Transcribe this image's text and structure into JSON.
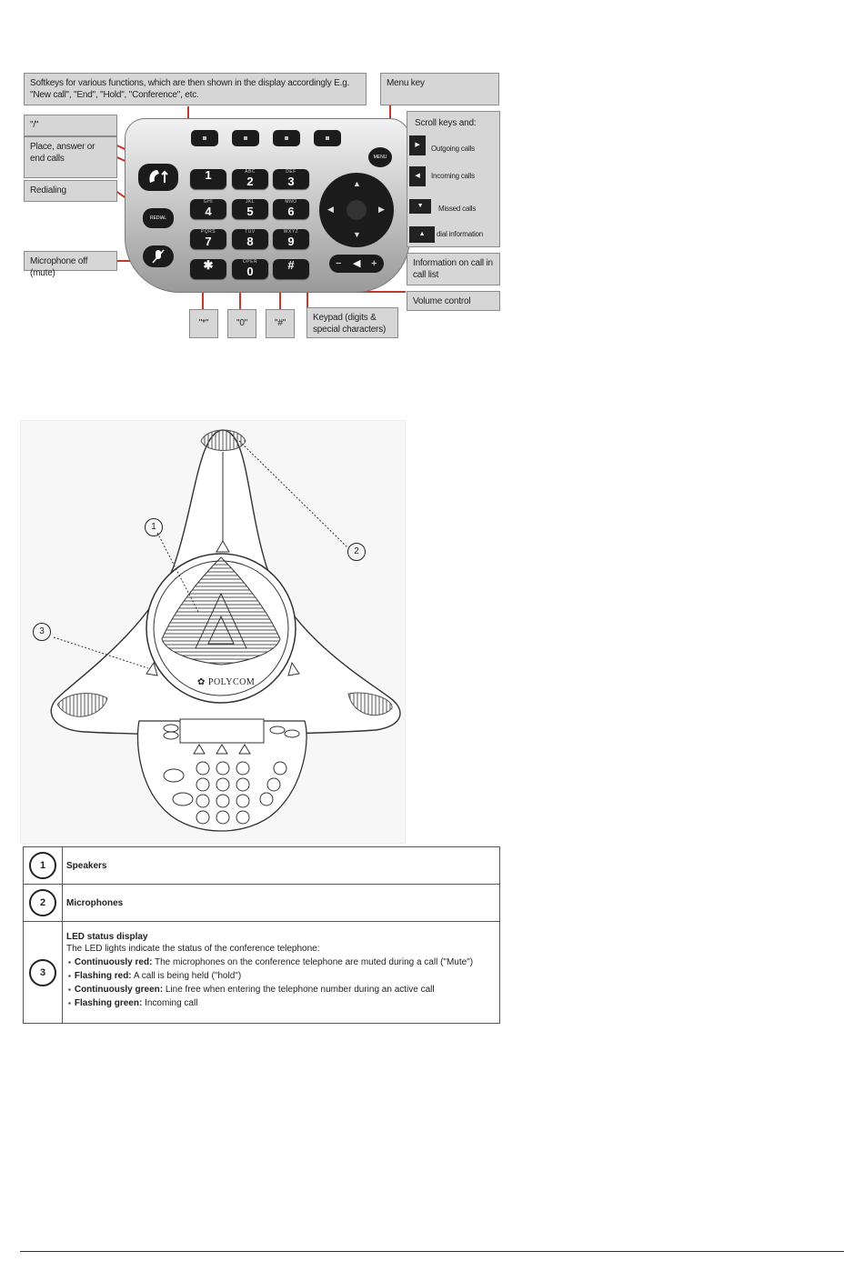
{
  "keypad_diagram": {
    "callouts": {
      "softkeys": "Softkeys for various functions, which are then shown in the display accordingly E.g. \"New call\", \"End\", \"Hold\", \"Conference\", etc.",
      "menu_key": "Menu key",
      "slash": "\"/\"",
      "place_answer": "Place, answer or end calls",
      "redialing": "Redialing",
      "mic_off": "Microphone off (mute)",
      "scroll_keys": "Scroll keys and:",
      "outgoing": "Outgoing calls",
      "incoming": "Incoming calls",
      "missed": "Missed calls",
      "dial_info": "dial information",
      "info_call": "Information on call in call list",
      "volume": "Volume control",
      "star": "\"*\"",
      "zero": "\"0\"",
      "hash": "\"#\"",
      "keypad": "Keypad (digits & special characters)"
    },
    "keys": [
      {
        "sub": "",
        "main": "1"
      },
      {
        "sub": "ABC",
        "main": "2"
      },
      {
        "sub": "DEF",
        "main": "3"
      },
      {
        "sub": "GHI",
        "main": "4"
      },
      {
        "sub": "JKL",
        "main": "5"
      },
      {
        "sub": "MNO",
        "main": "6"
      },
      {
        "sub": "PQRS",
        "main": "7"
      },
      {
        "sub": "TUV",
        "main": "8"
      },
      {
        "sub": "WXYZ",
        "main": "9"
      },
      {
        "sub": "",
        "main": "✱"
      },
      {
        "sub": "OPER",
        "main": "0"
      },
      {
        "sub": "",
        "main": "#"
      }
    ],
    "menu_label": "MENU",
    "redial_label": "REDIAL",
    "volume_minus": "−",
    "volume_plus": "+"
  },
  "conference_phone": {
    "brand": "POLYCOM",
    "markers": [
      "1",
      "2",
      "3"
    ]
  },
  "legend": {
    "rows": [
      {
        "num": "1",
        "title": "Speakers"
      },
      {
        "num": "2",
        "title": "Microphones"
      },
      {
        "num": "3",
        "title": "LED status display",
        "intro": "The LED lights indicate the status of the conference telephone:",
        "items": [
          {
            "term": "Continuously red:",
            "text": " The microphones on the conference telephone are muted during a call (\"Mute\")"
          },
          {
            "term": "Flashing red:",
            "text": " A call is being held (\"hold\")"
          },
          {
            "term": "Continuously green:",
            "text": " Line free when entering the telephone number during an active call"
          },
          {
            "term": "Flashing green:",
            "text": " Incoming call"
          }
        ]
      }
    ]
  }
}
